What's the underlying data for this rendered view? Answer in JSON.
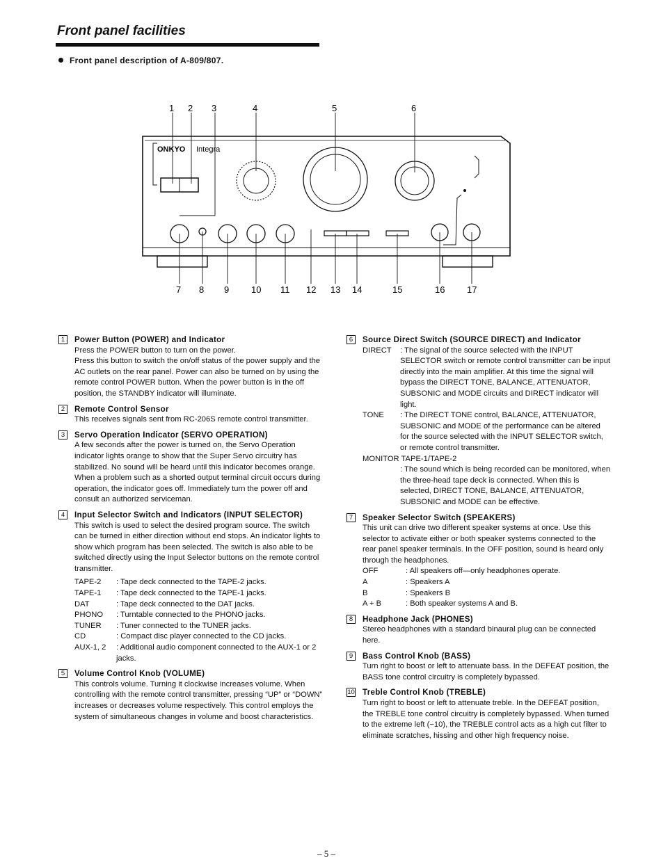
{
  "page": {
    "title": "Front panel facilities",
    "subtitle": "Front panel description of A-809/807.",
    "page_number": "– 5 –"
  },
  "diagram": {
    "brand": "ONKYO",
    "model": "Integra",
    "callouts": [
      "1",
      "2",
      "3",
      "4",
      "5",
      "6",
      "7",
      "8",
      "9",
      "10",
      "11",
      "12",
      "13",
      "14",
      "15",
      "16",
      "17"
    ]
  },
  "sections": {
    "s1": {
      "num": "1",
      "head": "Power Button (POWER) and Indicator",
      "body": [
        "Press the POWER button to turn on the power.",
        "Press this button to switch the on/off status of the power supply and the AC outlets on the rear panel. Power can also be turned on by using the remote control POWER button. When the power button is in the off position, the STANDBY indicator will illuminate."
      ]
    },
    "s2": {
      "num": "2",
      "head": "Remote Control Sensor",
      "body": [
        "This receives signals sent from RC-206S remote control transmitter."
      ]
    },
    "s3": {
      "num": "3",
      "head": "Servo Operation Indicator (SERVO OPERATION)",
      "body": [
        "A few seconds after the power is turned on, the Servo Operation indicator lights orange to show that the Super Servo circuitry has stabilized. No sound will be heard until this indicator becomes orange. When a problem such as a shorted output terminal circuit occurs during operation, the indicator goes off. Immediately turn the power off and consult an authorized serviceman."
      ]
    },
    "s4": {
      "num": "4",
      "head": "Input Selector Switch and Indicators (INPUT SELECTOR)",
      "body": [
        "This switch is used to select the desired program source. The switch can be turned in either direction without end stops. An indicator lights to show which program has been selected. The switch is also able to be switched directly using the Input Selector buttons on the remote control transmitter."
      ],
      "items": [
        {
          "k": "TAPE-2",
          "v": ": Tape deck connected to the TAPE-2 jacks."
        },
        {
          "k": "TAPE-1",
          "v": ": Tape deck connected to the TAPE-1 jacks."
        },
        {
          "k": "DAT",
          "v": ": Tape deck connected to the DAT jacks."
        },
        {
          "k": "PHONO",
          "v": ": Turntable connected to the PHONO jacks."
        },
        {
          "k": "TUNER",
          "v": ": Tuner connected to the TUNER jacks."
        },
        {
          "k": "CD",
          "v": ": Compact disc player connected to the CD jacks."
        },
        {
          "k": "AUX-1, 2",
          "v": ": Additional audio component connected to the AUX-1 or 2 jacks."
        }
      ]
    },
    "s5": {
      "num": "5",
      "head": "Volume Control Knob (VOLUME)",
      "body": [
        "This controls volume. Turning it clockwise increases volume. When controlling with the remote control transmitter, pressing “UP” or “DOWN” increases or decreases volume respectively. This control employs the system of simultaneous changes in volume and boost characteristics."
      ]
    },
    "s6": {
      "num": "6",
      "head": "Source Direct Switch (SOURCE DIRECT) and Indicator",
      "direct_label": "DIRECT",
      "direct_text": ": The signal of the source selected with the INPUT SELECTOR switch or remote control transmitter can be input directly into the main amplifier. At this time the signal will bypass the DIRECT TONE, BALANCE, ATTENUATOR, SUBSONIC and MODE circuits and DIRECT indicator will light.",
      "tone_label": "TONE",
      "tone_text": ": The DIRECT TONE control, BALANCE, ATTENUATOR, SUBSONIC and MODE of the performance can be altered for the source selected with the INPUT SELECTOR switch, or remote control transmitter.",
      "monitor_label": "MONITOR TAPE-1/TAPE-2",
      "monitor_text": ": The sound which is being recorded can be monitored, when the three-head tape deck is connected. When this is selected, DIRECT TONE, BALANCE, ATTENUATOR, SUBSONIC and MODE can be effective."
    },
    "s7": {
      "num": "7",
      "head": "Speaker Selector Switch (SPEAKERS)",
      "body": [
        "This unit can drive two different speaker systems at once. Use this selector to activate either or both speaker systems connected to the rear panel speaker terminals. In the OFF position, sound is heard only through the headphones."
      ],
      "items": [
        {
          "k": "OFF",
          "v": ": All speakers off—only headphones operate."
        },
        {
          "k": "A",
          "v": ": Speakers A"
        },
        {
          "k": "B",
          "v": ": Speakers B"
        },
        {
          "k": "A + B",
          "v": ": Both speaker systems A and B."
        }
      ]
    },
    "s8": {
      "num": "8",
      "head": "Headphone Jack (PHONES)",
      "body": [
        "Stereo headphones with a standard binaural plug can be connected here."
      ]
    },
    "s9": {
      "num": "9",
      "head": "Bass Control Knob (BASS)",
      "body": [
        "Turn right to boost or left to attenuate bass. In the DEFEAT position, the BASS tone control circuitry is completely bypassed."
      ]
    },
    "s10": {
      "num": "10",
      "head": "Treble Control Knob (TREBLE)",
      "body": [
        "Turn right to boost or left to attenuate treble. In the DEFEAT position, the TREBLE tone control circuitry is completely bypassed. When turned to the extreme left (−10), the TREBLE control acts as a high cut filter to eliminate scratches, hissing and other high frequency noise."
      ]
    }
  }
}
